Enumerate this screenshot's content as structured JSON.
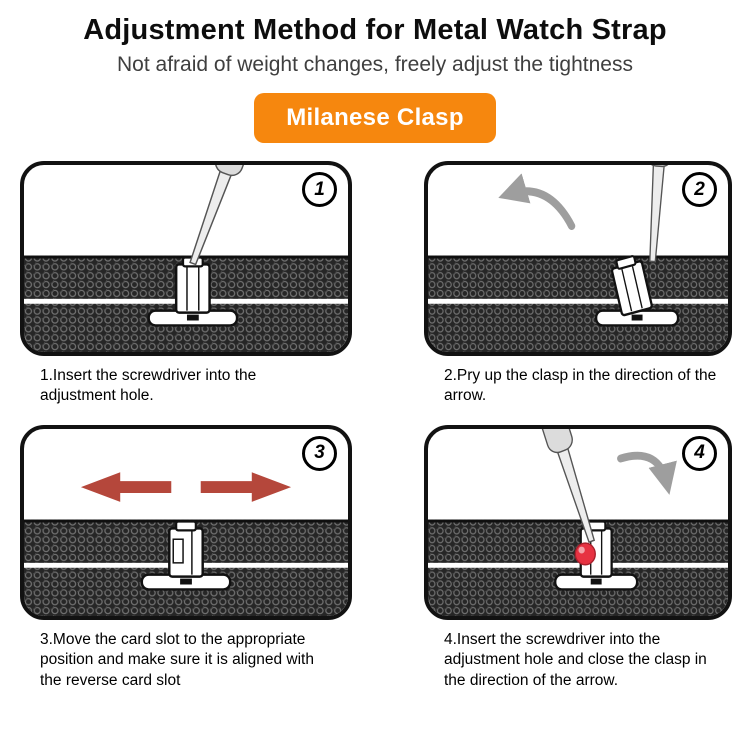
{
  "header": {
    "title": "Adjustment Method for Metal Watch Strap",
    "subtitle": "Not afraid of weight changes, freely adjust the tightness",
    "badge": "Milanese Clasp"
  },
  "colors": {
    "badge_bg": "#F6870E",
    "arrow_red": "#B5473B",
    "dot_red": "#E73242",
    "band_dark": "#262626",
    "gray_arrow": "#9E9E9E"
  },
  "steps": [
    {
      "number": "1",
      "caption": "1.Insert the screwdriver into the adjustment hole."
    },
    {
      "number": "2",
      "caption": "2.Pry up the clasp in the direction of the arrow."
    },
    {
      "number": "3",
      "caption": "3.Move the card slot to the appropriate position and make sure it is aligned with the reverse card slot"
    },
    {
      "number": "4",
      "caption": "4.Insert the screwdriver into the adjustment hole and close the clasp in the direction of the arrow."
    }
  ]
}
